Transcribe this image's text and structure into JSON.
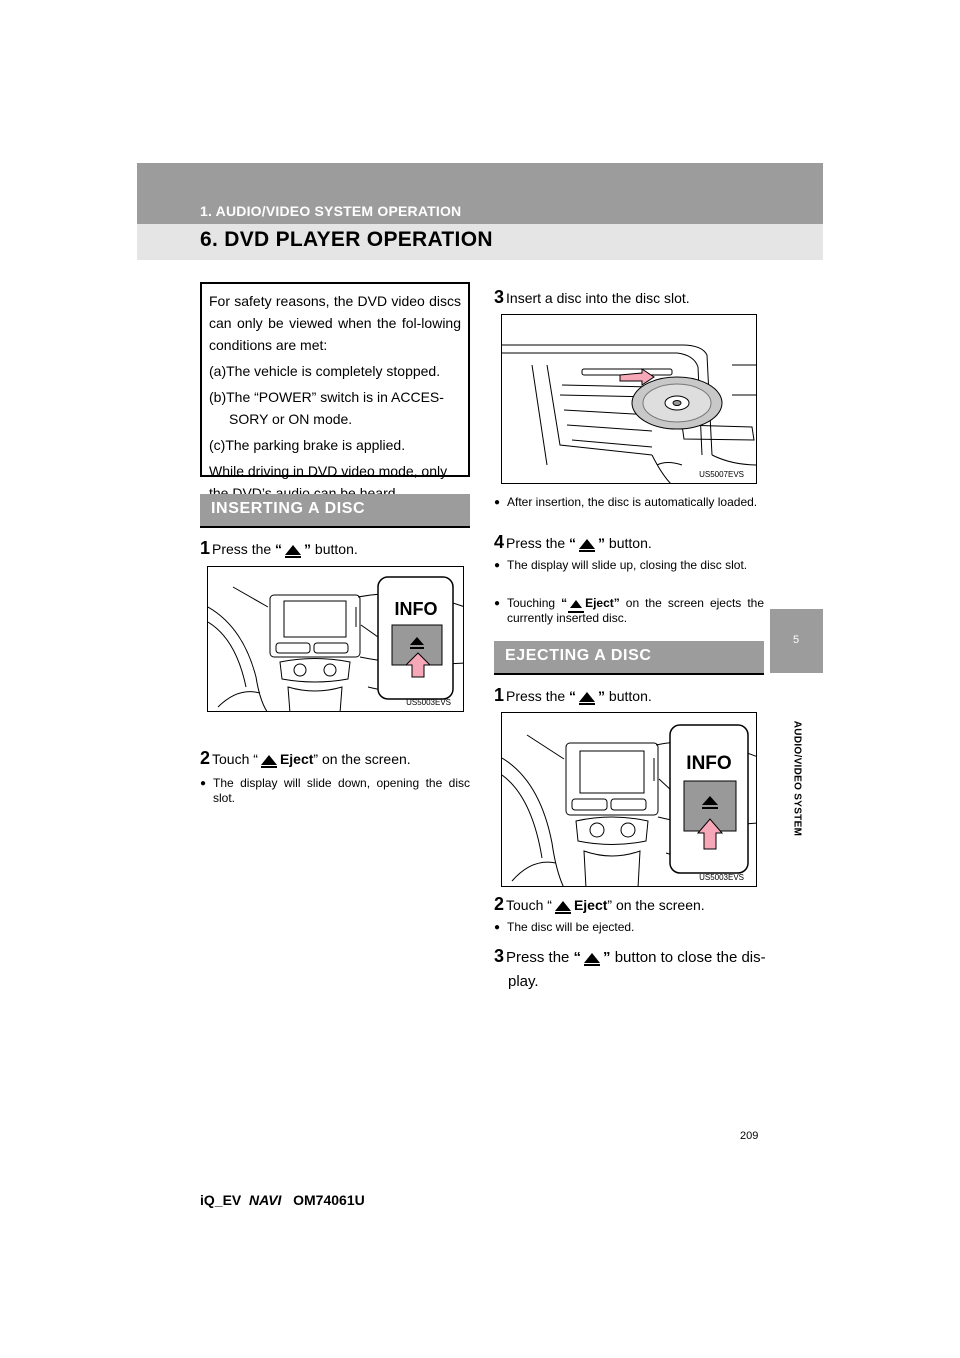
{
  "header": {
    "section": "1. AUDIO/VIDEO SYSTEM OPERATION",
    "title": "6. DVD PLAYER OPERATION"
  },
  "side_tab": {
    "number": "5",
    "label": "AUDIO/VIDEO SYSTEM"
  },
  "note": {
    "intro": "For safety reasons, the DVD video discs can only be viewed when the fol-lowing conditions are met:",
    "a": "(a)The vehicle is completely stopped.",
    "b": "(b)The “POWER” switch is in ACCES-SORY or ON mode.",
    "c": "(c)The parking brake is applied.",
    "outro": "While driving in DVD video mode, only the DVD’s audio can be heard."
  },
  "inserting": {
    "heading": "INSERTING A DISC",
    "s1": {
      "num": "1",
      "pre": "Press the ",
      "q1": "“",
      "q2": "”",
      "post": " button."
    },
    "fig1_code": "US5003EVS",
    "s2": {
      "num": "2",
      "pre": "Touch “",
      "bold": "Eject",
      "post": "” on the screen."
    },
    "b2": "The display will slide down, opening the disc slot.",
    "s3": {
      "num": "3",
      "text": "Insert a disc into the disc slot."
    },
    "fig2_code": "US5007EVS",
    "b3": "After insertion, the disc is automatically loaded.",
    "s4": {
      "num": "4",
      "pre": "Press the ",
      "q1": "“",
      "q2": "”",
      "post": " button."
    },
    "b4a": "The display will slide up, closing the disc slot.",
    "b4b_pre": "Touching ",
    "b4b_bold": "Eject”",
    "b4b_q": "“",
    "b4b_post": " on the screen ejects the currently inserted disc."
  },
  "ejecting": {
    "heading": "EJECTING A DISC",
    "s1": {
      "num": "1",
      "pre": "Press the ",
      "q1": "“",
      "q2": "”",
      "post": " button."
    },
    "fig_code": "US5003EVS",
    "s2": {
      "num": "2",
      "pre": "Touch “",
      "bold": "Eject",
      "post": "” on the screen."
    },
    "b2": "The disc will be ejected.",
    "s3": {
      "num": "3",
      "pre": "Press the ",
      "q1": "“",
      "q2": "”",
      "post": " button to close the dis-",
      "post2": "play."
    }
  },
  "figure_text": {
    "info": "INFO"
  },
  "page_number": "209",
  "footer": {
    "model": "iQ_EV",
    "navi": "NAVI",
    "code": "OM74061U"
  }
}
